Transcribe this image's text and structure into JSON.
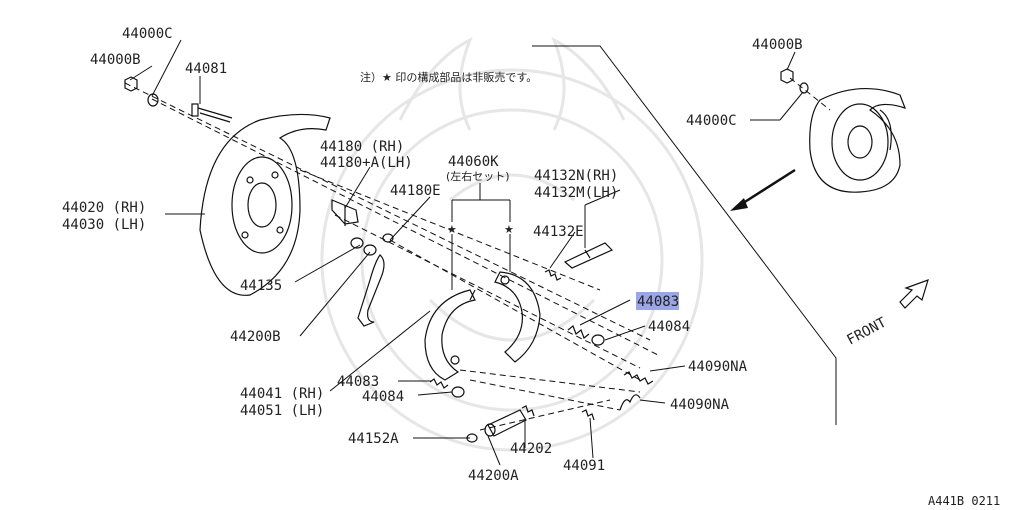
{
  "note": "注）★ 印の構成部品は非販売です。",
  "labels": {
    "p44000C_left": "44000C",
    "p44000B_left": "44000B",
    "p44081": "44081",
    "p44020": "44020 (RH)",
    "p44030": "44030 (LH)",
    "p44180": "44180   (RH)",
    "p44180A": "44180+A(LH)",
    "p44180E": "44180E",
    "p44060K": "44060K",
    "p44060K_sub": "(左右セット)",
    "p44132N": "44132N(RH)",
    "p44132M": "44132M(LH)",
    "p44132E": "44132E",
    "p44135": "44135",
    "p44200B": "44200B",
    "p44083_hl": "44083",
    "p44084_r": "44084",
    "p44090NA_1": "44090NA",
    "p44090NA_2": "44090NA",
    "p44041": "44041 (RH)",
    "p44051": "44051 (LH)",
    "p44083_l": "44083",
    "p44084_l": "44084",
    "p44152A": "44152A",
    "p44202": "44202",
    "p44091": "44091",
    "p44200A": "44200A",
    "p44000B_right": "44000B",
    "p44000C_right": "44000C",
    "front": "FRONT"
  },
  "star_glyph": "★",
  "highlight_color": "#9aa6e6",
  "code": "A441B 0211"
}
